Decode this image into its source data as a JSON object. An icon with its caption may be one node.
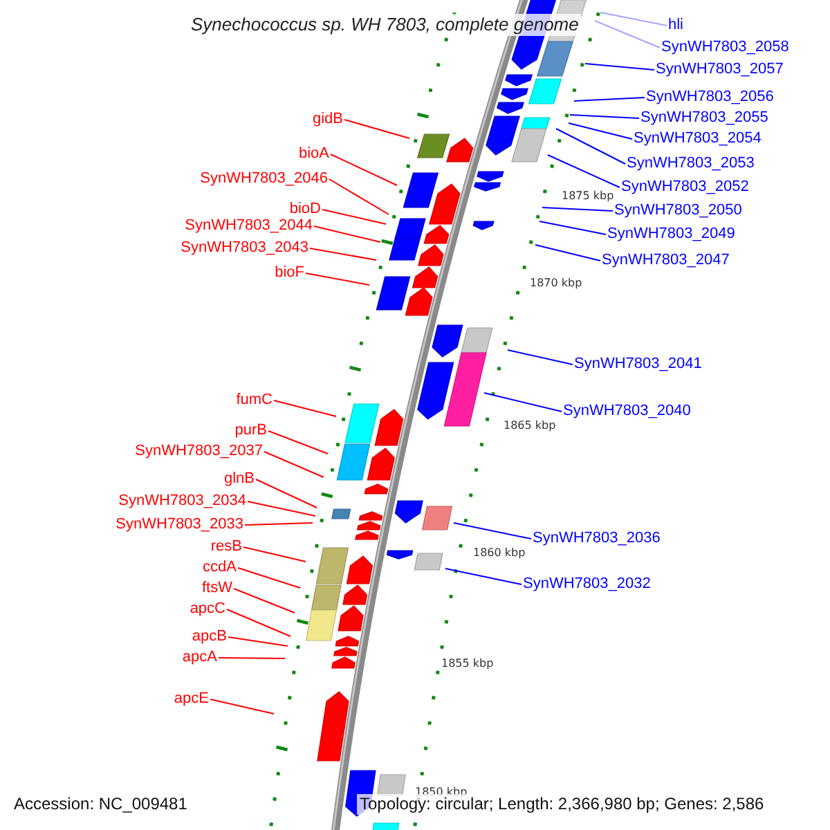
{
  "diagram": {
    "title": "Synechococcus sp. WH 7803, complete genome",
    "nodes": [
      {
        "text": [
          "gidB"
        ]
      },
      {
        "text": [
          "bioA"
        ]
      },
      {
        "text": [
          "SynWH7803_2046"
        ]
      },
      {
        "text": [
          "bioD"
        ]
      },
      {
        "text": [
          "SynWH7803_2044"
        ]
      },
      {
        "text": [
          "SynWH7803_2043"
        ]
      },
      {
        "text": [
          "bioF"
        ]
      },
      {
        "text": [
          "fumC"
        ]
      },
      {
        "text": [
          "purB"
        ]
      },
      {
        "text": [
          "SynWH7803_2037"
        ]
      },
      {
        "text": [
          "glnB"
        ]
      },
      {
        "text": [
          "SynWH7803_2034"
        ]
      },
      {
        "text": [
          "SynWH7803_2033"
        ]
      },
      {
        "text": [
          "resB"
        ]
      },
      {
        "text": [
          "ccdA"
        ]
      },
      {
        "text": [
          "ftsW"
        ]
      },
      {
        "text": [
          "apcC"
        ]
      },
      {
        "text": [
          "apcB"
        ]
      },
      {
        "text": [
          "apcA"
        ]
      },
      {
        "text": [
          "apcE"
        ]
      },
      {
        "text": [
          "hli"
        ]
      },
      {
        "text": [
          "SynWH7803_2058"
        ]
      },
      {
        "text": [
          "SynWH7803_2057"
        ]
      },
      {
        "text": [
          "SynWH7803_2056"
        ]
      },
      {
        "text": [
          "SynWH7803_2055"
        ]
      },
      {
        "text": [
          "SynWH7803_2054"
        ]
      },
      {
        "text": [
          "SynWH7803_2053"
        ]
      },
      {
        "text": [
          "SynWH7803_2052"
        ]
      },
      {
        "text": [
          "SynWH7803_2050"
        ]
      },
      {
        "text": [
          "SynWH7803_2049"
        ]
      },
      {
        "text": [
          "SynWH7803_2047"
        ]
      },
      {
        "text": [
          "SynWH7803_2041"
        ]
      },
      {
        "text": [
          "SynWH7803_2040"
        ]
      },
      {
        "text": [
          "SynWH7803_2036"
        ]
      },
      {
        "text": [
          "SynWH7803_2032"
        ]
      }
    ],
    "edges": [
      {
        "from": 0,
        "to": null,
        "arrow": "none"
      },
      {
        "from": 1,
        "to": null,
        "arrow": "none"
      },
      {
        "from": 2,
        "to": null,
        "arrow": "none"
      },
      {
        "from": 3,
        "to": null,
        "arrow": "none"
      },
      {
        "from": 4,
        "to": null,
        "arrow": "none"
      },
      {
        "from": 5,
        "to": null,
        "arrow": "none"
      },
      {
        "from": 6,
        "to": null,
        "arrow": "none"
      },
      {
        "from": 7,
        "to": null,
        "arrow": "none"
      },
      {
        "from": 8,
        "to": null,
        "arrow": "none"
      },
      {
        "from": 9,
        "to": null,
        "arrow": "none"
      },
      {
        "from": 10,
        "to": null,
        "arrow": "none"
      },
      {
        "from": 11,
        "to": null,
        "arrow": "none"
      },
      {
        "from": 12,
        "to": null,
        "arrow": "none"
      },
      {
        "from": 13,
        "to": null,
        "arrow": "none"
      },
      {
        "from": 14,
        "to": null,
        "arrow": "none"
      },
      {
        "from": 15,
        "to": null,
        "arrow": "none"
      },
      {
        "from": 16,
        "to": null,
        "arrow": "none"
      },
      {
        "from": 17,
        "to": null,
        "arrow": "none"
      },
      {
        "from": 18,
        "to": null,
        "arrow": "none"
      },
      {
        "from": 19,
        "to": null,
        "arrow": "none"
      },
      {
        "from": 20,
        "to": null,
        "arrow": "none",
        "color": "#0000ff"
      },
      {
        "from": 21,
        "to": null,
        "arrow": "none",
        "color": "#0000ff"
      },
      {
        "from": 22,
        "to": null,
        "arrow": "none",
        "color": "#0000ff"
      },
      {
        "from": 23,
        "to": null,
        "arrow": "none",
        "color": "#0000ff"
      },
      {
        "from": 24,
        "to": null,
        "arrow": "none",
        "color": "#0000ff"
      },
      {
        "from": 25,
        "to": null,
        "arrow": "none",
        "color": "#0000ff"
      },
      {
        "from": 26,
        "to": null,
        "arrow": "none",
        "color": "#0000ff"
      },
      {
        "from": 27,
        "to": null,
        "arrow": "none",
        "color": "#0000ff"
      },
      {
        "from": 28,
        "to": null,
        "arrow": "none",
        "color": "#0000ff"
      },
      {
        "from": 29,
        "to": null,
        "arrow": "none",
        "color": "#0000ff"
      },
      {
        "from": 30,
        "to": null,
        "arrow": "none",
        "color": "#0000ff"
      },
      {
        "from": 31,
        "to": null,
        "arrow": "none",
        "color": "#0000ff"
      },
      {
        "from": 32,
        "to": null,
        "arrow": "none",
        "color": "#0000ff"
      },
      {
        "from": 33,
        "to": null,
        "arrow": "none",
        "color": "#0000ff"
      },
      {
        "from": 34,
        "to": null,
        "arrow": "none",
        "color": "#0000ff"
      }
    ],
    "labels": [
      "1875 kbp",
      "1870 kbp",
      "1865 kbp",
      "1860 kbp",
      "1855 kbp",
      "1850 kbp",
      "Accession: NC_009481",
      "Topology: circular; Length: 2,366,980 bp; Genes: 2,586"
    ]
  }
}
